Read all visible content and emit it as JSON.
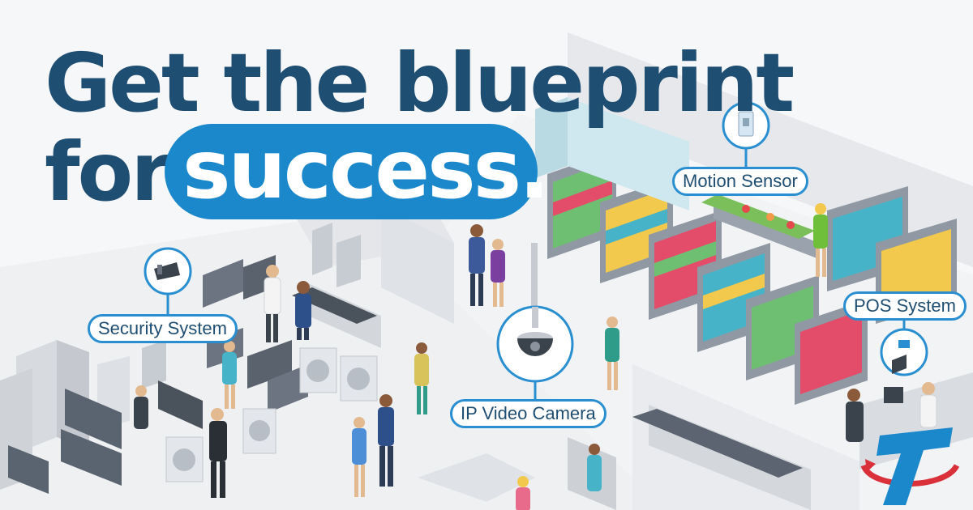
{
  "headline": {
    "line1": "Get the blueprint",
    "line2_prefix": "for",
    "highlight": "success."
  },
  "callouts": [
    {
      "label": "Motion Sensor",
      "icon": "motion-sensor-icon"
    },
    {
      "label": "Security System",
      "icon": "security-camera-icon"
    },
    {
      "label": "IP Video Camera",
      "icon": "dome-camera-icon"
    },
    {
      "label": "POS System",
      "icon": "pos-terminal-icon"
    }
  ],
  "colors": {
    "headline": "#1f4e73",
    "accent": "#1b88cc",
    "logo_blue": "#1b88cc",
    "logo_red": "#d9303a"
  },
  "logo": {
    "icon": "t-brand-logo-icon"
  }
}
